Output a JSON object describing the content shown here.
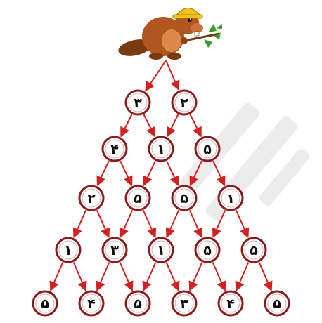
{
  "colors": {
    "node_stroke": "#8b1a1a",
    "edge": "#d42020",
    "beaver_body": "#b0561e",
    "helmet": "#f2c21b"
  },
  "beaver": {
    "icon": "beaver-with-hardhat-and-branch"
  },
  "rows": [
    [
      "۳",
      "۲"
    ],
    [
      "۴",
      "۱",
      "۵"
    ],
    [
      "۲",
      "۵",
      "۵",
      "۱"
    ],
    [
      "۱",
      "۳",
      "۱",
      "۵",
      "۵"
    ],
    [
      "۵",
      "۴",
      "۵",
      "۳",
      "۴",
      "۵"
    ]
  ]
}
